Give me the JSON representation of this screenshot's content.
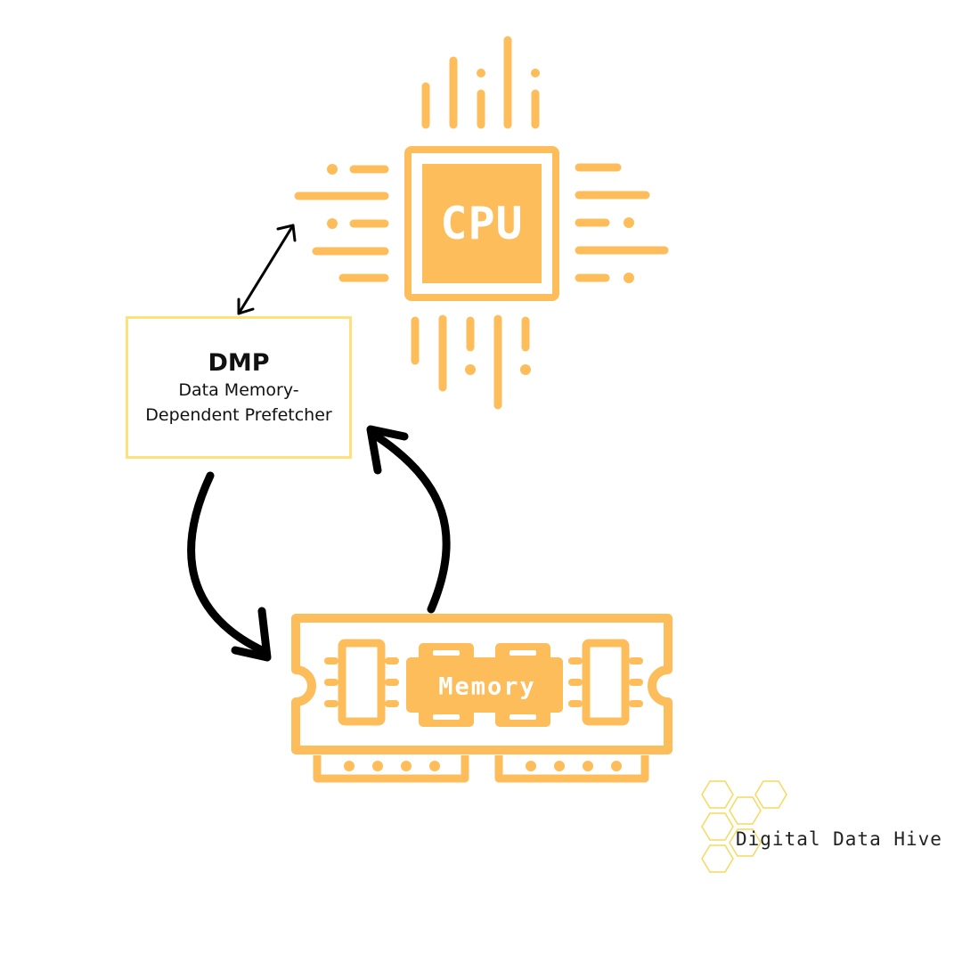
{
  "cpu": {
    "label": "CPU"
  },
  "dmp": {
    "title": "DMP",
    "subtitle": "Data Memory-Dependent Prefetcher"
  },
  "memory": {
    "label": "Memory"
  },
  "brand": {
    "name": "Digital Data Hive"
  },
  "colors": {
    "accent": "#FDBD5A",
    "box_border": "#FFE07A",
    "hex": "#F6D95E",
    "arrow": "#000000"
  }
}
